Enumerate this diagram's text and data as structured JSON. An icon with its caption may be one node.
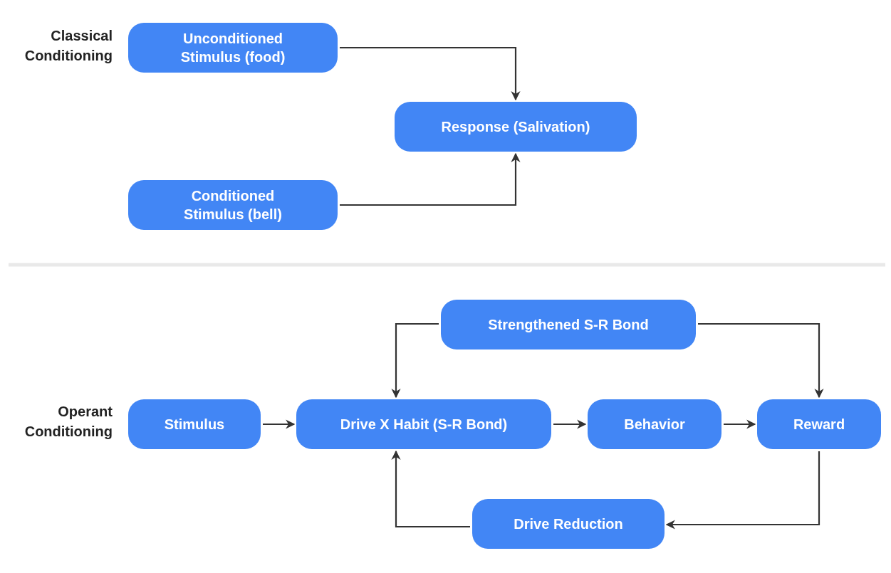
{
  "diagram": {
    "nodes": [
      {
        "text": [
          "Unconditioned Stimulus (food)"
        ]
      },
      {
        "text": [
          "Response (Salivation)"
        ]
      },
      {
        "text": [
          "Conditioned Stimulus (bell)"
        ]
      },
      {
        "text": [
          "Strengthened S-R Bond"
        ]
      },
      {
        "text": [
          "Stimulus"
        ]
      },
      {
        "text": [
          "Drive X Habit (S-R Bond)"
        ]
      },
      {
        "text": [
          "Behavior"
        ]
      },
      {
        "text": [
          "Reward"
        ]
      },
      {
        "text": [
          "Drive Reduction"
        ]
      }
    ],
    "edges": [
      {
        "from": 0,
        "to": 1,
        "arrow": "to"
      },
      {
        "from": 2,
        "to": 1,
        "arrow": "to"
      },
      {
        "from": 3,
        "to": 5,
        "arrow": "to"
      },
      {
        "from": 3,
        "to": 7,
        "arrow": "to"
      },
      {
        "from": 4,
        "to": 5,
        "arrow": "to"
      },
      {
        "from": 5,
        "to": 6,
        "arrow": "to"
      },
      {
        "from": 6,
        "to": 7,
        "arrow": "to"
      },
      {
        "from": 7,
        "to": 8,
        "arrow": "to"
      },
      {
        "from": 8,
        "to": 5,
        "arrow": "to"
      }
    ],
    "labels": [
      "Classical Conditioning",
      "Operant Conditioning"
    ]
  }
}
